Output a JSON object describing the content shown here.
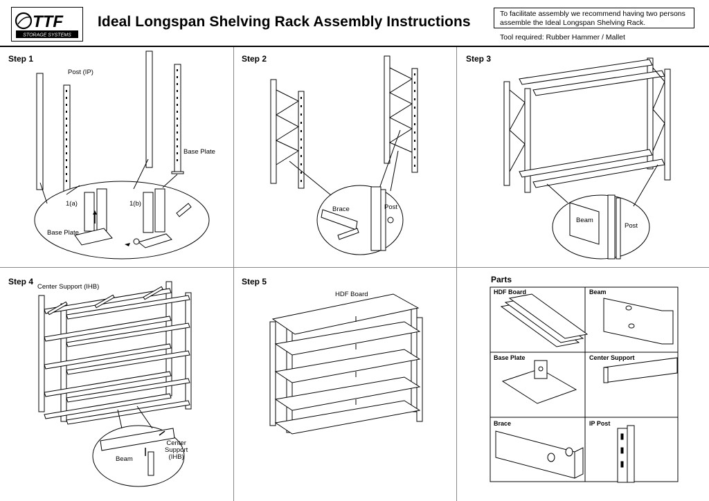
{
  "header": {
    "logo_brand": "TTF",
    "logo_tagline": "STORAGE SYSTEMS",
    "title": "Ideal Longspan Shelving Rack Assembly Instructions",
    "note_line1": "To facilitate assembly we recommend having two persons",
    "note_line2": "assemble the Ideal Longspan Shelving Rack.",
    "tool": "Tool required: Rubber Hammer / Mallet"
  },
  "steps": [
    {
      "label": "Step 1",
      "callouts": {
        "post": "Post (IP)",
        "base_plate_top": "Base Plate",
        "a": "1(a)",
        "b": "1(b)",
        "base_plate_detail": "Base Plate"
      }
    },
    {
      "label": "Step 2",
      "callouts": {
        "brace": "Brace",
        "post": "Post"
      }
    },
    {
      "label": "Step 3",
      "callouts": {
        "beam": "Beam",
        "post": "Post"
      }
    },
    {
      "label": "Step 4",
      "callouts": {
        "center_support": "Center Support (IHB)",
        "beam": "Beam",
        "center1": "Center",
        "center2": "Support",
        "center3": "(IHB)"
      }
    },
    {
      "label": "Step 5",
      "callouts": {
        "hdf": "HDF Board"
      }
    }
  ],
  "parts": {
    "heading": "Parts",
    "items": [
      "HDF Board",
      "Beam",
      "Base Plate",
      "Center Support",
      "Brace",
      "IP Post"
    ]
  }
}
